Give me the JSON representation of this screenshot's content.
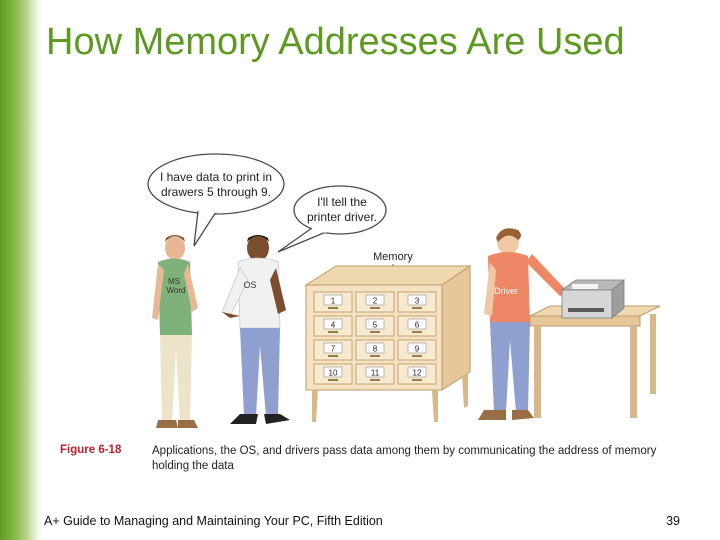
{
  "slide": {
    "title": "How Memory Addresses Are Used",
    "footer": "A+ Guide to Managing and Maintaining Your PC, Fifth Edition",
    "page_number": "39"
  },
  "figure": {
    "bubble_msword": [
      "I have data to print in",
      "drawers 5 through 9."
    ],
    "bubble_os": [
      "I'll tell the",
      "printer driver."
    ],
    "memory_label": "Memory",
    "drawers": [
      "1",
      "2",
      "3",
      "4",
      "5",
      "6",
      "7",
      "8",
      "9",
      "10",
      "11",
      "12"
    ],
    "shirt_msword": [
      "MS",
      "Word"
    ],
    "shirt_os": "OS",
    "shirt_driver": "Driver",
    "caption_label": "Figure 6-18",
    "caption": "Applications, the OS, and drivers pass data among them by communicating the address of memory holding the data"
  }
}
